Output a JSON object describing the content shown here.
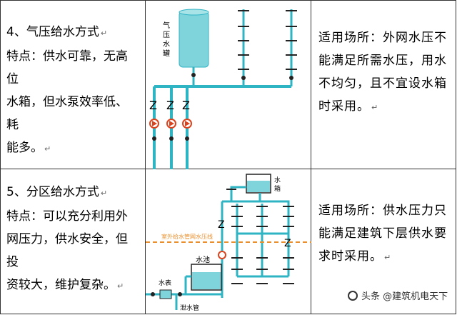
{
  "rows": [
    {
      "title": "4、气压给水方式",
      "feature_lines": [
        "特点：供水可靠，无高位",
        "水箱，但水泵效率低、耗",
        "能多。"
      ],
      "applicable_lines": [
        "适用场所：外网水压不",
        "能满足所需水压，用水",
        "不均匀，且不宜设水箱",
        "时采用。"
      ],
      "diagram": {
        "tank_label": [
          "气",
          "压",
          "水",
          "罐"
        ],
        "pump_labels": [
          "Z",
          "Z",
          "Z"
        ]
      }
    },
    {
      "title": "5、分区给水方式",
      "feature_lines": [
        "特点：可以充分利用外",
        "网压力，供水安全，但投",
        "资较大，维护复杂。"
      ],
      "applicable_lines": [
        "适用场所：供水压力只",
        "能满足建筑下层供水要",
        "求时采用。"
      ],
      "diagram": {
        "water_tank_label": [
          "水",
          "箱"
        ],
        "pressure_line_label": "室外给水管网水压线",
        "pool_label": "水池",
        "meter_label": "水表",
        "drain_label": "泄水管",
        "valve_label": "Z"
      }
    }
  ],
  "watermark": "头条 @建筑机电天下",
  "colors": {
    "pipe": "#2fb4c4",
    "tank": "#7fd3db",
    "pressure_line": "#e8902f",
    "pump": "#d9431e"
  },
  "mark_glyph": "↵"
}
